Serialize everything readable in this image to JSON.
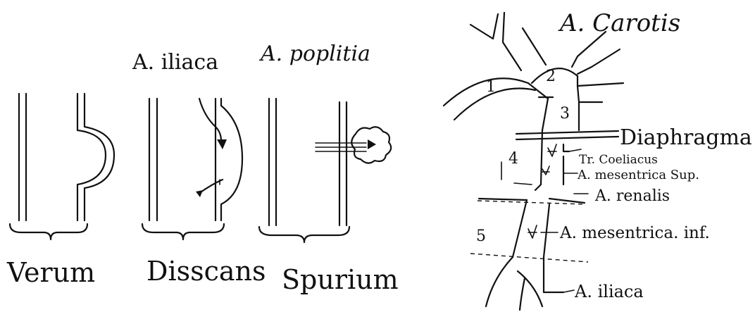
{
  "left_panel": {
    "headers": {
      "iliaca": "A. iliaca",
      "poplitia": "A. poplitia"
    },
    "types": {
      "verum": "Verum",
      "disscans": "Disscans",
      "spurium": "Spurium"
    }
  },
  "right_panel": {
    "title": "A. Carotis",
    "segments": [
      "1",
      "2",
      "3",
      "4",
      "5"
    ],
    "labels": {
      "diaphragma": "Diaphragma",
      "coeliacus": "Tr. Coeliacus",
      "mesentrica_sup": "A. mesentrica Sup.",
      "renalis": "A. renalis",
      "mesentrica_inf": "A. mesentrica. inf.",
      "iliaca": "A. iliaca"
    }
  }
}
